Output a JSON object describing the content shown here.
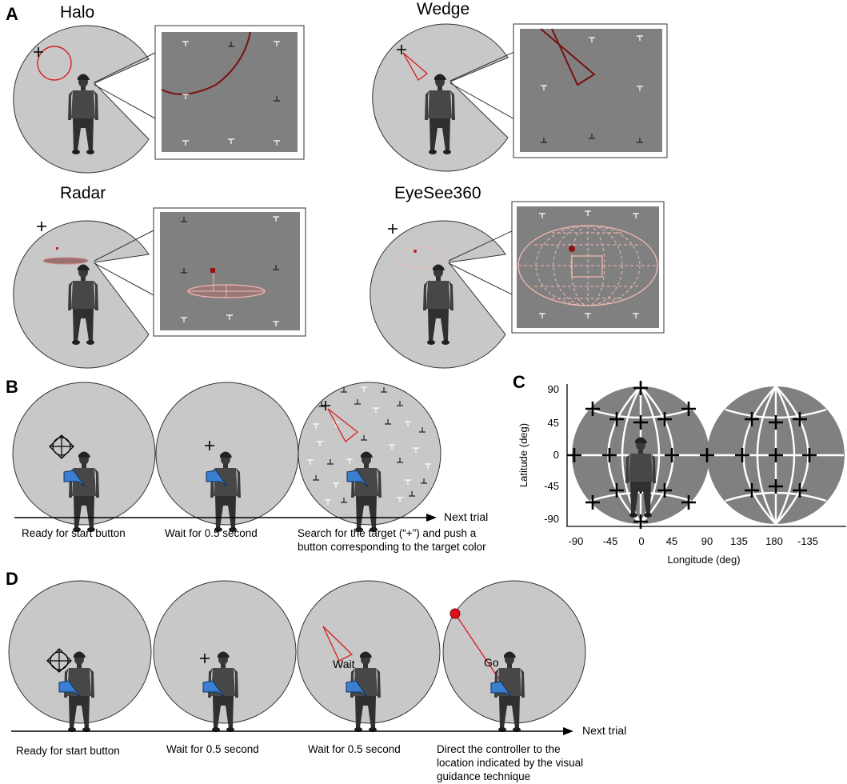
{
  "panel_labels": {
    "a": "A",
    "b": "B",
    "c": "C",
    "d": "D"
  },
  "techniques": {
    "halo": "Halo",
    "wedge": "Wedge",
    "radar": "Radar",
    "eyesee": "EyeSee360"
  },
  "panel_b": {
    "captions": [
      "Ready for start button",
      "Wait for 0.5 second",
      "Search for the target (“+”) and push a button corresponding to the target color"
    ],
    "arrow_label": "Next trial"
  },
  "panel_c": {
    "ylabel": "Latitude (deg)",
    "xlabel": "Longitude (deg)",
    "yticks": [
      "90",
      "45",
      "0",
      "-45",
      "-90"
    ],
    "xticks": [
      "-90",
      "-45",
      "0",
      "45",
      "90",
      "135",
      "180",
      "-135"
    ]
  },
  "panel_d": {
    "captions": [
      "Ready for start button",
      "Wait for 0.5 second",
      "Wait for 0.5 second",
      "Direct the controller to the location indicated by the visual guidance technique"
    ],
    "wait_label": "Wait",
    "go_label": "Go",
    "arrow_label": "Next trial"
  },
  "colors": {
    "sphere": "#c8c8c8",
    "panel_gray": "#808080",
    "guide_red": "#8b1a1a",
    "bright_red": "#e0101a",
    "pink": "#f2b8b0",
    "controller_blue": "#3a7fd0"
  }
}
